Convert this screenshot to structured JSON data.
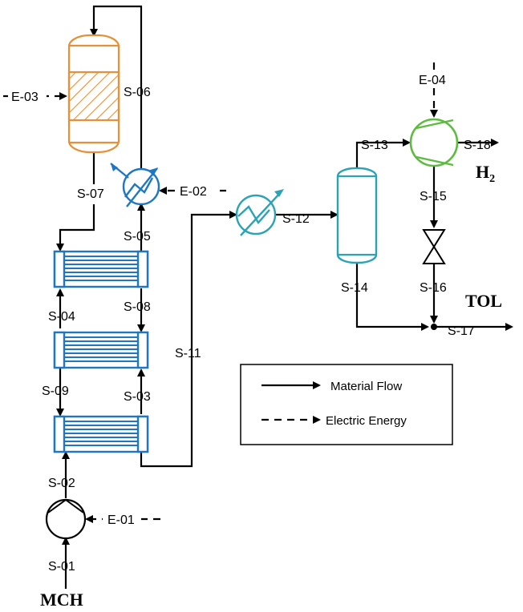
{
  "streams": [
    "S-01",
    "S-02",
    "S-03",
    "S-04",
    "S-05",
    "S-06",
    "S-07",
    "S-08",
    "S-09",
    "S-11",
    "S-12",
    "S-13",
    "S-14",
    "S-15",
    "S-16",
    "S-17",
    "S-18"
  ],
  "energy": [
    "E-01",
    "E-02",
    "E-03",
    "E-04"
  ],
  "products": {
    "feed": "MCH",
    "h2_main": "H",
    "h2_sub": "2",
    "tol": "TOL"
  },
  "legend": {
    "material": "Material Flow",
    "electric": "Electric Energy"
  },
  "colors": {
    "reactor": "#E69138",
    "exchanger": "#1F77C4",
    "heater": "#2AA3B5",
    "flash": "#2AA3B5",
    "compressor": "#5DBB3F",
    "line": "#000000"
  }
}
